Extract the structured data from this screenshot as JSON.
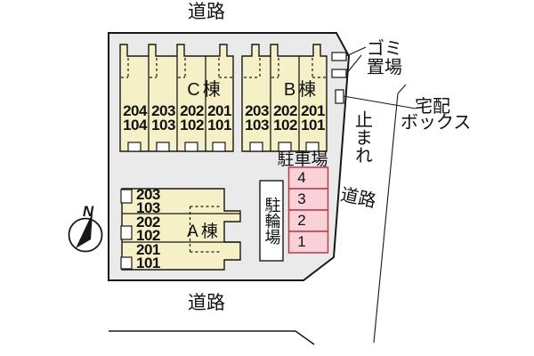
{
  "title": "apartment-site-plan",
  "colors": {
    "site_fill": "#eaeaea",
    "building_fill": "#f6f0c6",
    "parking_fill": "#f8d2d8",
    "parking_stroke": "#bb3b45",
    "line": "#181818"
  },
  "roads": {
    "top": "道路",
    "bottom": "道路",
    "right": "道路"
  },
  "compass": {
    "label": "N"
  },
  "annotations": {
    "garbage": {
      "lines": [
        "ゴミ",
        "置場"
      ]
    },
    "delivery": {
      "lines": [
        "宅配",
        "ボックス"
      ]
    },
    "stop": "止まれ"
  },
  "parking": {
    "label": "駐車場",
    "stalls": [
      "4",
      "3",
      "2",
      "1"
    ]
  },
  "bicycle": {
    "label": "駐輪場"
  },
  "buildings": {
    "c": {
      "name": "C棟",
      "units": [
        {
          "upper": "204",
          "lower": "104"
        },
        {
          "upper": "203",
          "lower": "103"
        },
        {
          "upper": "202",
          "lower": "102"
        },
        {
          "upper": "201",
          "lower": "101"
        }
      ]
    },
    "b": {
      "name": "B棟",
      "units": [
        {
          "upper": "203",
          "lower": "103"
        },
        {
          "upper": "202",
          "lower": "102"
        },
        {
          "upper": "201",
          "lower": "101"
        }
      ]
    },
    "a": {
      "name": "A棟",
      "rows": [
        {
          "upper": "203",
          "lower": "103"
        },
        {
          "upper": "202",
          "lower": "102"
        },
        {
          "upper": "201",
          "lower": "101"
        }
      ]
    }
  }
}
